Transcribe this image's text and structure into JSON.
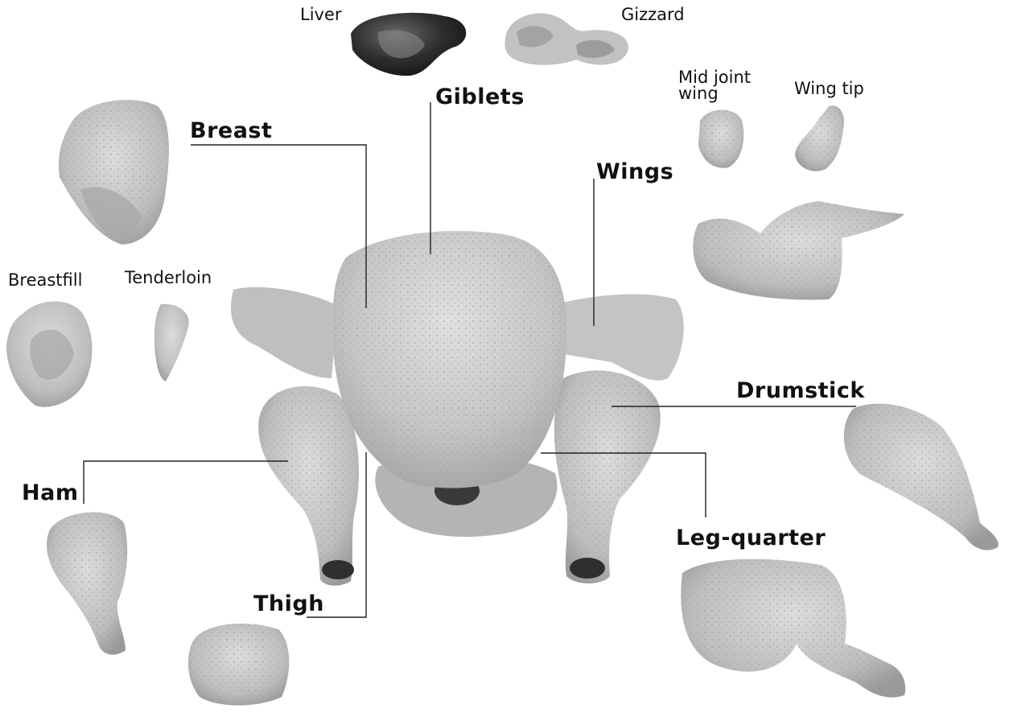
{
  "labels": {
    "liver": "Liver",
    "gizzard": "Gizzard",
    "giblets": "Giblets",
    "mid_joint_wing": "Mid joint\nwing",
    "wing_tip": "Wing tip",
    "breast": "Breast",
    "wings": "Wings",
    "breastfill": "Breastfill",
    "tenderloin": "Tenderloin",
    "drumstick": "Drumstick",
    "ham": "Ham",
    "leg_quarter": "Leg-quarter",
    "thigh": "Thigh"
  },
  "colors": {
    "background": "#ffffff",
    "leader_line": "#222222",
    "skin_light": "#d4d4d4",
    "skin_mid": "#b3b3b3",
    "skin_dark": "#8a8a8a",
    "liver_dark": "#2e2e2e"
  }
}
